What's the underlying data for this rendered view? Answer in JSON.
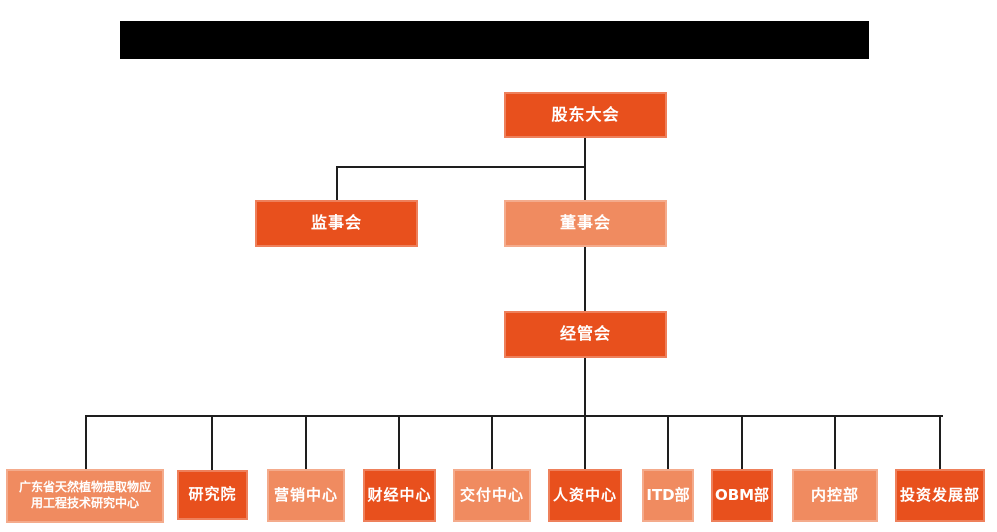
{
  "colors": {
    "primary": "#E8501D",
    "secondary": "#F08B60",
    "connector": "#1E1E1E",
    "redacted_bar": "#000000",
    "text": "#FFFFFF",
    "background": "#FFFFFF"
  },
  "org_chart": {
    "type": "org-tree",
    "nodes": {
      "shareholders": {
        "label": "股东大会",
        "variant": "primary"
      },
      "supervisory": {
        "label": "监事会",
        "variant": "primary",
        "reports_to": "股东大会"
      },
      "board": {
        "label": "董事会",
        "variant": "secondary",
        "reports_to": "股东大会"
      },
      "management": {
        "label": "经管会",
        "variant": "primary",
        "reports_to": "董事会"
      }
    },
    "departments": [
      {
        "label": "广东省天然植物提取物应用工程技术研究中心",
        "variant": "secondary",
        "reports_to": "经管会"
      },
      {
        "label": "研究院",
        "variant": "primary",
        "reports_to": "经管会"
      },
      {
        "label": "营销中心",
        "variant": "secondary",
        "reports_to": "经管会"
      },
      {
        "label": "财经中心",
        "variant": "primary",
        "reports_to": "经管会"
      },
      {
        "label": "交付中心",
        "variant": "secondary",
        "reports_to": "经管会"
      },
      {
        "label": "人资中心",
        "variant": "primary",
        "reports_to": "经管会"
      },
      {
        "label": "ITD部",
        "variant": "secondary",
        "reports_to": "经管会"
      },
      {
        "label": "OBM部",
        "variant": "primary",
        "reports_to": "经管会"
      },
      {
        "label": "内控部",
        "variant": "secondary",
        "reports_to": "经管会"
      },
      {
        "label": "投资发展部",
        "variant": "primary",
        "reports_to": "经管会"
      }
    ]
  }
}
